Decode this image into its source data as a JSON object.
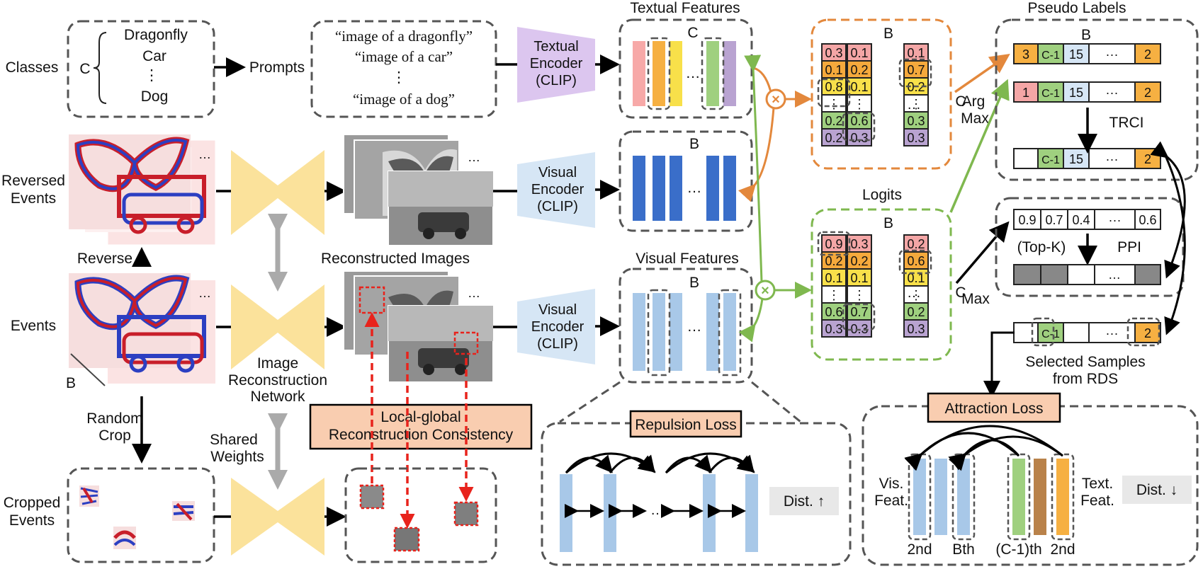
{
  "labels": {
    "classes": "Classes",
    "c_brace": "C",
    "class_items": [
      "Dragonfly",
      "Car",
      "⋮",
      "Dog"
    ],
    "prompts": "Prompts",
    "prompt_items": [
      "“image of a dragonfly”",
      "“image of a car”",
      "⋮",
      "“image of a dog”"
    ],
    "textual_encoder": [
      "Textual",
      "Encoder",
      "(CLIP)"
    ],
    "visual_encoder": [
      "Visual",
      "Encoder",
      "(CLIP)"
    ],
    "textual_features": "Textual Features",
    "visual_features": "Visual Features",
    "pseudo_labels": "Pseudo Labels",
    "logits": "Logits",
    "reversed_events": [
      "Reversed",
      "Events"
    ],
    "reverse": "Reverse",
    "events": "Events",
    "b": "B",
    "c": "C",
    "ellipsis": "…",
    "reconstructed_images": "Reconstructed Images",
    "image_recon_network": [
      "Image",
      "Reconstruction",
      "Network"
    ],
    "random_crop": [
      "Random",
      "Crop"
    ],
    "shared_weights": [
      "Shared",
      "Weights"
    ],
    "cropped_events": [
      "Cropped",
      "Events"
    ],
    "local_global": [
      "Local-global",
      "Reconstruction Consistency"
    ],
    "argmax": [
      "Arg",
      "Max"
    ],
    "max": "Max",
    "trci": "TRCI",
    "topk": "(Top-K)",
    "ppi": "PPI",
    "selected_samples": [
      "Selected Samples",
      "from RDS"
    ],
    "attraction_loss": "Attraction Loss",
    "repulsion_loss": "Repulsion Loss",
    "dist_up": "Dist. ↑",
    "dist_down": "Dist. ↓",
    "vis_feat": [
      "Vis.",
      "Feat."
    ],
    "text_feat": [
      "Text.",
      "Feat."
    ],
    "attraction_ticks": [
      "2nd",
      "Bth",
      "(C-1)th",
      "2nd"
    ]
  },
  "pseudo_rows": {
    "row1": [
      "3",
      "C-1",
      "15",
      "···",
      "2"
    ],
    "row2": [
      "1",
      "C-1",
      "15",
      "···",
      "2"
    ],
    "row3": [
      "",
      "C-1",
      "15",
      "···",
      "2"
    ],
    "top_values": [
      "0.9",
      "0.7",
      "0.4",
      "···",
      "0.6"
    ],
    "selected": [
      "",
      "C-1",
      "",
      "···",
      "2"
    ]
  },
  "logits_top": {
    "col1": [
      "0.3",
      "0.1",
      "0.8",
      "⋮",
      "0.2",
      "0.2"
    ],
    "col2": [
      "0.1",
      "0.2",
      "0.1",
      "⋮",
      "0.6",
      "0.3"
    ],
    "col3": [
      "0.1",
      "0.7",
      "0.2",
      "⋮",
      "0.3",
      "0.3"
    ]
  },
  "logits_bottom": {
    "col1": [
      "0.9",
      "0.2",
      "0.1",
      "⋮",
      "0.6",
      "0.3"
    ],
    "col2": [
      "0.3",
      "0.2",
      "0.1",
      "⋮",
      "0.7",
      "0.3"
    ],
    "col3": [
      "0.2",
      "0.6",
      "0.1",
      "⋮",
      "0.2",
      "0.3"
    ]
  },
  "colors": {
    "row_colors": [
      "#f4a6a6",
      "#f5a93c",
      "#f8e04a",
      "#ffffff",
      "#9fd07f",
      "#b9a3d1"
    ],
    "textual_bars": [
      "#f7a9a8",
      "#f6b042",
      "#f8e04a",
      "#9fd07f",
      "#b9a3d1"
    ],
    "visual_dark": "#3a6ec9",
    "visual_light": "#a8c8e8",
    "encoder_text": "#dcc6ef",
    "encoder_visual": "#d6e6f5",
    "orange": "#e3883c",
    "green": "#7fb84f",
    "salmon_box": "#f9cdb0",
    "recon_yellow": "#fbe29b"
  }
}
